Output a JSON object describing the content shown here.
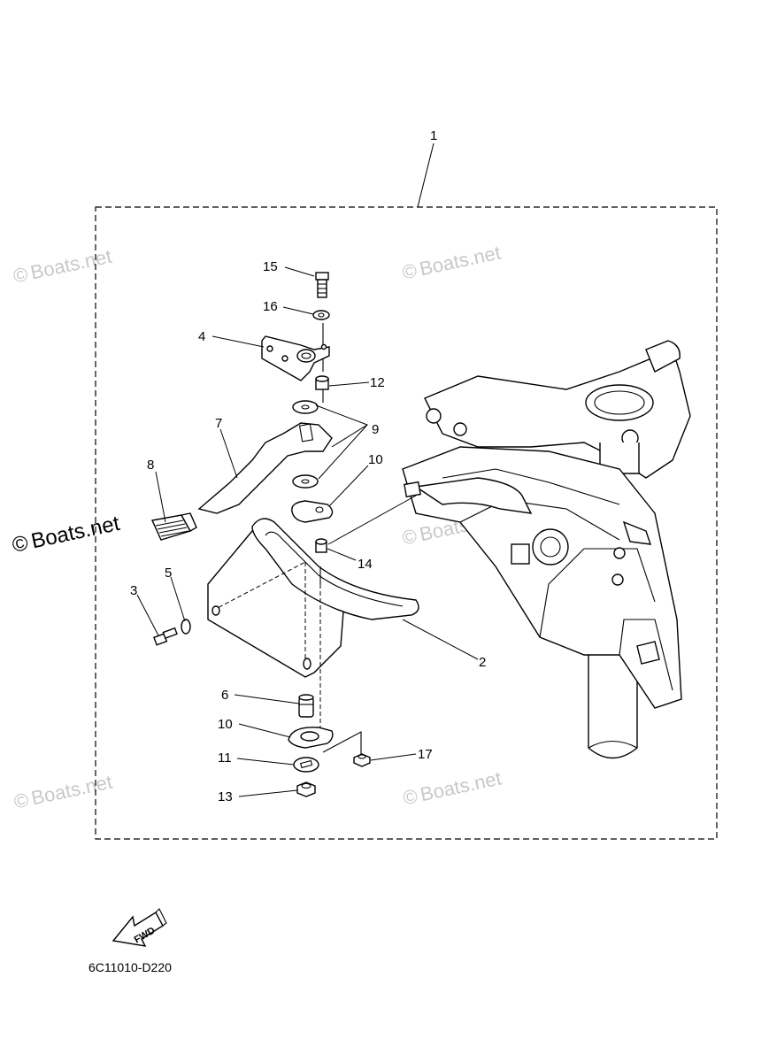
{
  "diagram": {
    "assembly_number": "1",
    "drawing_code": "6C11010-D220",
    "fwd_label": "FWD",
    "watermark": "Boats.net",
    "copyright_symbol": "©",
    "callouts": [
      {
        "id": "c1",
        "label": "1"
      },
      {
        "id": "c2",
        "label": "2"
      },
      {
        "id": "c3",
        "label": "3"
      },
      {
        "id": "c4",
        "label": "4"
      },
      {
        "id": "c5",
        "label": "5"
      },
      {
        "id": "c6",
        "label": "6"
      },
      {
        "id": "c7",
        "label": "7"
      },
      {
        "id": "c8",
        "label": "8"
      },
      {
        "id": "c9",
        "label": "9"
      },
      {
        "id": "c10a",
        "label": "10"
      },
      {
        "id": "c10b",
        "label": "10"
      },
      {
        "id": "c11",
        "label": "11"
      },
      {
        "id": "c12",
        "label": "12"
      },
      {
        "id": "c13",
        "label": "13"
      },
      {
        "id": "c14",
        "label": "14"
      },
      {
        "id": "c15",
        "label": "15"
      },
      {
        "id": "c16",
        "label": "16"
      },
      {
        "id": "c17",
        "label": "17"
      }
    ],
    "colors": {
      "line": "#000000",
      "watermark": "#c8c8c8",
      "background": "#ffffff"
    }
  }
}
